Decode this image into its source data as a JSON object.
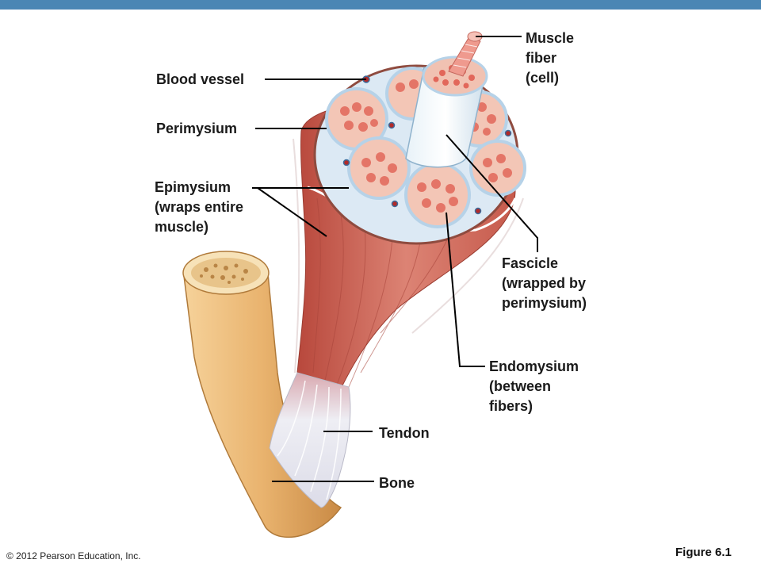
{
  "header": {
    "bar_color": "#4a86b4"
  },
  "labels": {
    "muscle_fiber": [
      "Muscle",
      "fiber",
      "(cell)"
    ],
    "blood_vessel": [
      "Blood vessel"
    ],
    "perimysium": [
      "Perimysium"
    ],
    "epimysium": [
      "Epimysium",
      "(wraps entire",
      "muscle)"
    ],
    "fascicle": [
      "Fascicle",
      "(wrapped by",
      "perimysium)"
    ],
    "endomysium": [
      "Endomysium",
      "(between",
      "fibers)"
    ],
    "tendon": [
      "Tendon"
    ],
    "bone": [
      "Bone"
    ]
  },
  "footer": {
    "copyright": "© 2012 Pearson Education, Inc.",
    "figure": "Figure 6.1"
  },
  "colors": {
    "muscle": "#d06a5a",
    "muscle_dark": "#b8483c",
    "fascicle_fill": "#f3c6b6",
    "connective": "#c9dff0",
    "fiber_dot": "#e2675a",
    "bone": "#e9b36e",
    "tendon": "#e8e8f0",
    "vessel": "#b02a2a"
  }
}
